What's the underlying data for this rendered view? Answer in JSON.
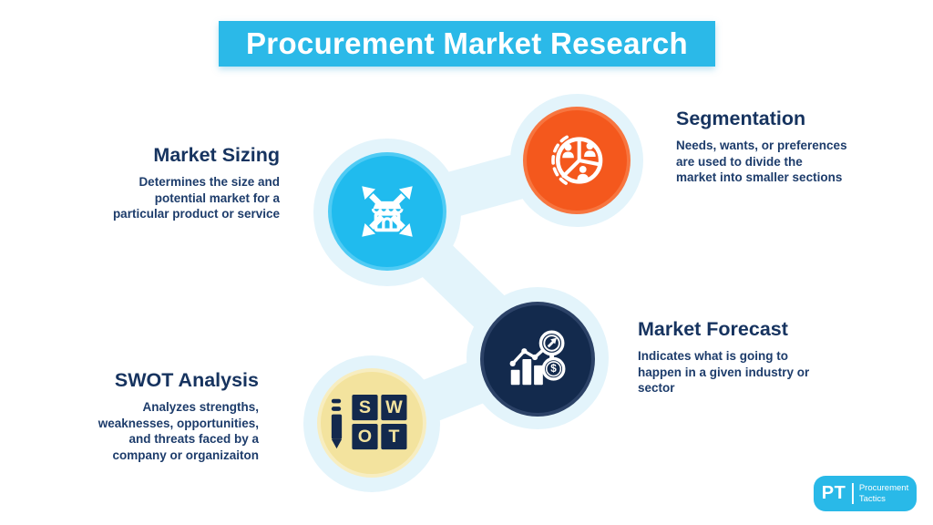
{
  "title": "Procurement Market Research",
  "colors": {
    "banner": "#2bb9e8",
    "blob": "#e3f4fb",
    "heading_text": "#16335f",
    "body_text": "#1d3c6b",
    "icon_white": "#ffffff"
  },
  "sections": {
    "market_sizing": {
      "heading": "Market Sizing",
      "desc_lines": [
        "Determines the size and",
        "potential market for a",
        "particular product or service"
      ],
      "icon": "store-expand-arrows-icon",
      "circle_fill": "#20bbee",
      "circle_rim": "#4fcbf4"
    },
    "segmentation": {
      "heading": "Segmentation",
      "desc_lines": [
        "Needs, wants, or preferences",
        "are used to divide the",
        "market into smaller sections"
      ],
      "icon": "pie-chart-people-icon",
      "circle_fill": "#f4581d",
      "circle_rim": "#f7753f"
    },
    "market_forecast": {
      "heading": "Market Forecast",
      "desc_lines": [
        "Indicates what is going to",
        "happen in a given industry or",
        "sector"
      ],
      "icon": "bar-chart-trend-magnifier-dollar-icon",
      "coin_symbol": "$",
      "circle_fill": "#132a4d",
      "circle_rim": "#2c4267"
    },
    "swot_analysis": {
      "heading": "SWOT Analysis",
      "desc_lines": [
        "Analyzes strengths,",
        "weaknesses, opportunities,",
        "and threats faced by a",
        "company or organizaiton"
      ],
      "icon": "swot-grid-pencil-icon",
      "grid_letters": [
        "S",
        "W",
        "O",
        "T"
      ],
      "circle_fill": "#f3e39e",
      "circle_rim": "#f7edc0"
    }
  },
  "logo": {
    "initials": "PT",
    "name_line1": "Procurement",
    "name_line2": "Tactics",
    "background": "#29b9e8"
  }
}
